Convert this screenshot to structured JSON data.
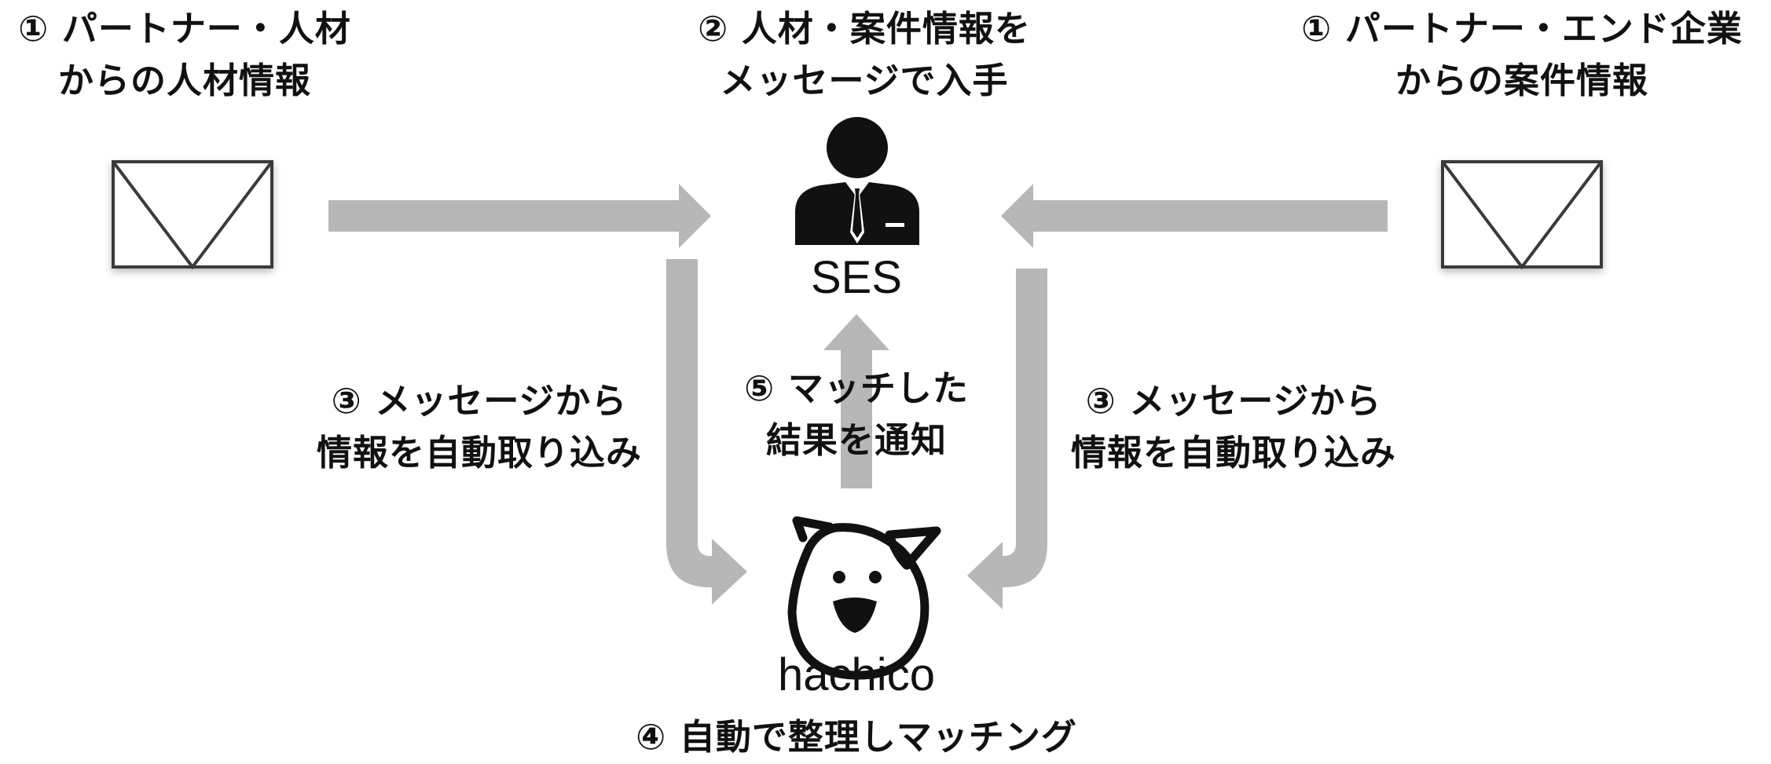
{
  "labels": {
    "partner_talent": [
      "① パートナー・人材",
      "からの人材情報"
    ],
    "ses_receive": [
      "② 人材・案件情報を",
      "メッセージで入手"
    ],
    "partner_project": [
      "① パートナー・エンド企業",
      "からの案件情報"
    ],
    "import_left": [
      "③ メッセージから",
      "情報を自動取り込み"
    ],
    "notify": [
      "⑤ マッチした",
      "結果を通知"
    ],
    "import_right": [
      "③ メッセージから",
      "情報を自動取り込み"
    ],
    "auto_match": "④ 自動で整理しマッチング"
  },
  "nodes": {
    "ses": "SES",
    "hachico": "hachico"
  },
  "icons": {
    "mail_left": "envelope-icon",
    "mail_right": "envelope-icon",
    "ses_person": "businessperson-icon",
    "hachico_logo": "dog-face-icon"
  },
  "colors": {
    "arrow": "#b7b7b7",
    "envelope_stroke": "#3a3a3a",
    "ink": "#111111"
  }
}
